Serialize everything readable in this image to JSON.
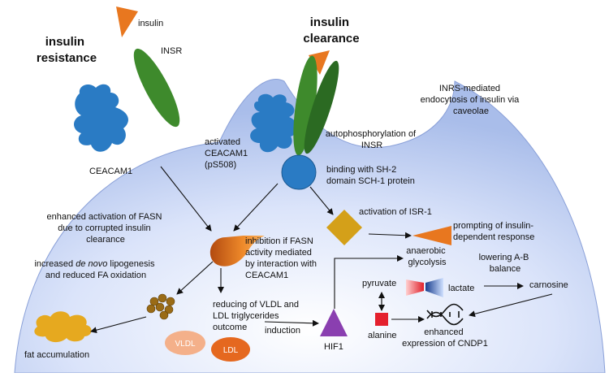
{
  "headings": {
    "resistance": [
      "insulin",
      "resistance"
    ],
    "clearance": [
      "insulin",
      "clearance"
    ]
  },
  "labels": {
    "insulin": "insulin",
    "insr": "INSR",
    "ceacam1": "CEACAM1",
    "activated_ceacam1": [
      "activated",
      "CEACAM1",
      "(pS508)"
    ],
    "endocytosis": [
      "INRS-mediated",
      "endocytosis of insulin via",
      "caveolae"
    ],
    "autophosphorylation": [
      "autophosphorylation of",
      "INSR"
    ],
    "binding": [
      "binding with SH-2",
      "domain SCH-1 protein"
    ],
    "activation_isr1": "activation of ISR-1",
    "prompting": [
      "prompting of insulin-",
      "dependent response"
    ],
    "enhanced_fasn": [
      "enhanced activation of FASN",
      "due to corrupted insulin",
      "clearance"
    ],
    "inhibition_fasn": [
      "inhibition if FASN",
      "activity mediated",
      "by interaction with",
      "CEACAM1"
    ],
    "lipogenesis": {
      "line1_pre": "increased ",
      "line1_italic": "de novo",
      "line1_post": " lipogenesis",
      "line2": "and reduced FA oxidation"
    },
    "vldl_ldl": [
      "reducing of VLDL and",
      "LDL triglycerides",
      "outcome"
    ],
    "fat_accumulation": "fat accumulation",
    "vldl": "VLDL",
    "ldl": "LDL",
    "induction": "induction",
    "hif1": "HIF1",
    "anaerobic": [
      "anaerobic",
      "glycolysis"
    ],
    "lowering": [
      "lowering A-B",
      "balance"
    ],
    "pyruvate": "pyruvate",
    "lactate": "lactate",
    "carnosine": "carnosine",
    "alanine": "alanine",
    "cndp1": [
      "enhanced",
      "expression of CNDP1"
    ]
  },
  "colors": {
    "cell": "#c9d6f5",
    "ceacam": "#2a7bc4",
    "insr": "#3e8a2c",
    "insr_dark": "#2b6a22",
    "insulin": "#e8771f",
    "isr1": "#d4a019",
    "hif1": "#8a3fb0",
    "alanine": "#e4202d",
    "fat": "#e6a91f",
    "vldl": "#f4b08a",
    "ldl": "#e5681f",
    "fasn": "#e07020"
  }
}
